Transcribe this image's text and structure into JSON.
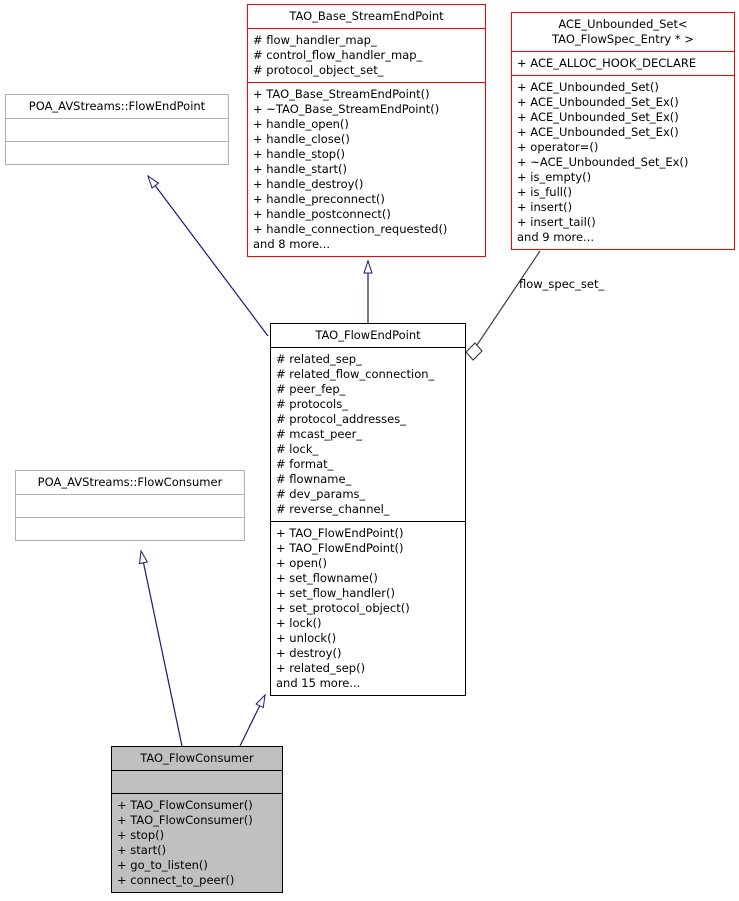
{
  "diagram_type": "uml-class-collaboration-diagram",
  "classes": [
    {
      "id": "tao-base-streamendpoint",
      "title_lines": [
        "TAO_Base_StreamEndPoint"
      ],
      "attributes": [
        "# flow_handler_map_",
        "# control_flow_handler_map_",
        "# protocol_object_set_"
      ],
      "methods": [
        "+ TAO_Base_StreamEndPoint()",
        "+ ~TAO_Base_StreamEndPoint()",
        "+ handle_open()",
        "+ handle_close()",
        "+ handle_stop()",
        "+ handle_start()",
        "+ handle_destroy()",
        "+ handle_preconnect()",
        "+ handle_postconnect()",
        "+ handle_connection_requested()",
        "and 8 more..."
      ]
    },
    {
      "id": "ace-unbounded-set",
      "title_lines": [
        "ACE_Unbounded_Set<",
        "TAO_FlowSpec_Entry * >"
      ],
      "attributes": [
        "+ ACE_ALLOC_HOOK_DECLARE"
      ],
      "methods": [
        "+ ACE_Unbounded_Set()",
        "+ ACE_Unbounded_Set_Ex()",
        "+ ACE_Unbounded_Set_Ex()",
        "+ ACE_Unbounded_Set_Ex()",
        "+ operator=()",
        "+ ~ACE_Unbounded_Set_Ex()",
        "+ is_empty()",
        "+ is_full()",
        "+ insert()",
        "+ insert_tail()",
        "and 9 more..."
      ]
    },
    {
      "id": "poa-avstreams-flowendpoint",
      "title_lines": [
        "POA_AVStreams::FlowEndPoint"
      ],
      "attributes": [],
      "methods": []
    },
    {
      "id": "tao-flowendpoint",
      "title_lines": [
        "TAO_FlowEndPoint"
      ],
      "attributes": [
        "# related_sep_",
        "# related_flow_connection_",
        "# peer_fep_",
        "# protocols_",
        "# protocol_addresses_",
        "# mcast_peer_",
        "# lock_",
        "# format_",
        "# flowname_",
        "# dev_params_",
        "# reverse_channel_"
      ],
      "methods": [
        "+ TAO_FlowEndPoint()",
        "+ TAO_FlowEndPoint()",
        "+ open()",
        "+ set_flowname()",
        "+ set_flow_handler()",
        "+ set_protocol_object()",
        "+ lock()",
        "+ unlock()",
        "+ destroy()",
        "+ related_sep()",
        "and 15 more..."
      ]
    },
    {
      "id": "poa-avstreams-flowconsumer",
      "title_lines": [
        "POA_AVStreams::FlowConsumer"
      ],
      "attributes": [],
      "methods": []
    },
    {
      "id": "tao-flowconsumer",
      "title_lines": [
        "TAO_FlowConsumer"
      ],
      "attributes": [],
      "methods": [
        "+ TAO_FlowConsumer()",
        "+ TAO_FlowConsumer()",
        "+ stop()",
        "+ start()",
        "+ go_to_listen()",
        "+ connect_to_peer()"
      ]
    }
  ],
  "relationships": [
    {
      "type": "inheritance",
      "from": "TAO_FlowEndPoint",
      "to": "POA_AVStreams::FlowEndPoint",
      "label": ""
    },
    {
      "type": "inheritance",
      "from": "TAO_FlowEndPoint",
      "to": "TAO_Base_StreamEndPoint",
      "label": ""
    },
    {
      "type": "inheritance",
      "from": "TAO_FlowConsumer",
      "to": "POA_AVStreams::FlowConsumer",
      "label": ""
    },
    {
      "type": "inheritance",
      "from": "TAO_FlowConsumer",
      "to": "TAO_FlowEndPoint",
      "label": ""
    },
    {
      "type": "aggregation",
      "from": "TAO_FlowEndPoint",
      "to": "ACE_Unbounded_Set< TAO_FlowSpec_Entry * >",
      "label": "flow_spec_set_"
    }
  ],
  "colors": {
    "highlight_border": "#ff0000",
    "external_border": "#b0b0b0",
    "plain_border": "#000000",
    "current_class_fill": "#c0c0c0",
    "inheritance_edge": "#191970",
    "aggregation_edge": "#404040",
    "background": "#ffffff"
  }
}
